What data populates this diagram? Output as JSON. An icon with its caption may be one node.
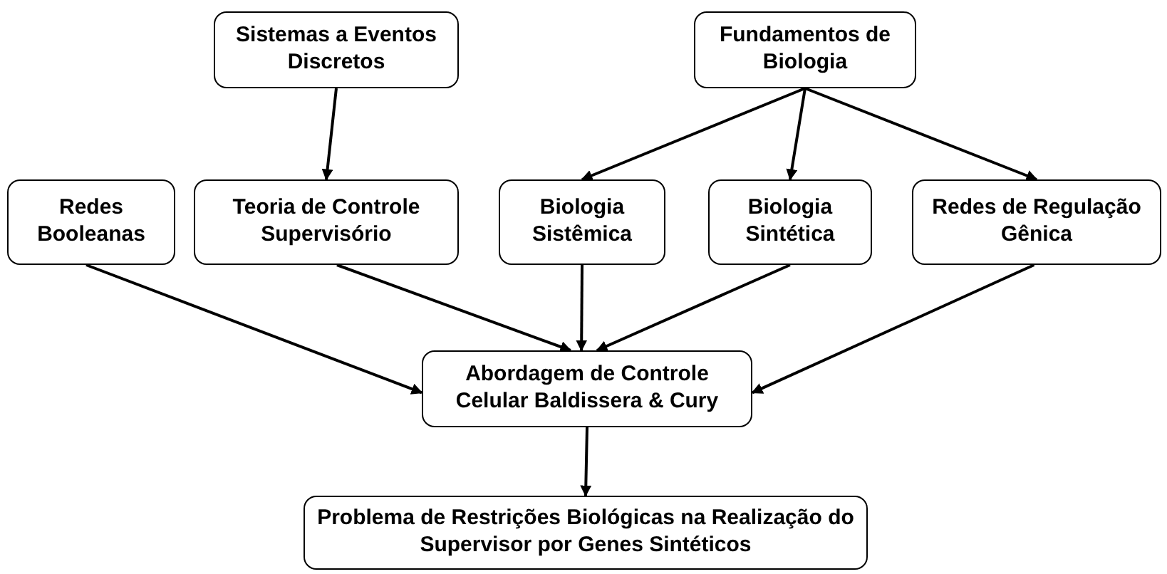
{
  "diagram": {
    "nodes": [
      {
        "text": [
          "Sistemas a Eventos Discretos"
        ]
      },
      {
        "text": [
          "Fundamentos de Biologia"
        ]
      },
      {
        "text": [
          "Redes Booleanas"
        ]
      },
      {
        "text": [
          "Teoria de Controle Supervisório"
        ]
      },
      {
        "text": [
          "Biologia Sistêmica"
        ]
      },
      {
        "text": [
          "Biologia Sintética"
        ]
      },
      {
        "text": [
          "Redes de Regulação Gênica"
        ]
      },
      {
        "text": [
          "Abordagem de Controle Celular Baldissera & Cury"
        ]
      },
      {
        "text": [
          "Problema de Restrições Biológicas na Realização do Supervisor por Genes Sintéticos"
        ]
      }
    ],
    "edges": [
      {
        "from": 0,
        "to": 3,
        "arrow": "to"
      },
      {
        "from": 1,
        "to": 4,
        "arrow": "to"
      },
      {
        "from": 1,
        "to": 5,
        "arrow": "to"
      },
      {
        "from": 1,
        "to": 6,
        "arrow": "to"
      },
      {
        "from": 2,
        "to": 7,
        "arrow": "to"
      },
      {
        "from": 3,
        "to": 7,
        "arrow": "to"
      },
      {
        "from": 4,
        "to": 7,
        "arrow": "to"
      },
      {
        "from": 5,
        "to": 7,
        "arrow": "to"
      },
      {
        "from": 6,
        "to": 7,
        "arrow": "to"
      },
      {
        "from": 7,
        "to": 8,
        "arrow": "to"
      }
    ]
  }
}
